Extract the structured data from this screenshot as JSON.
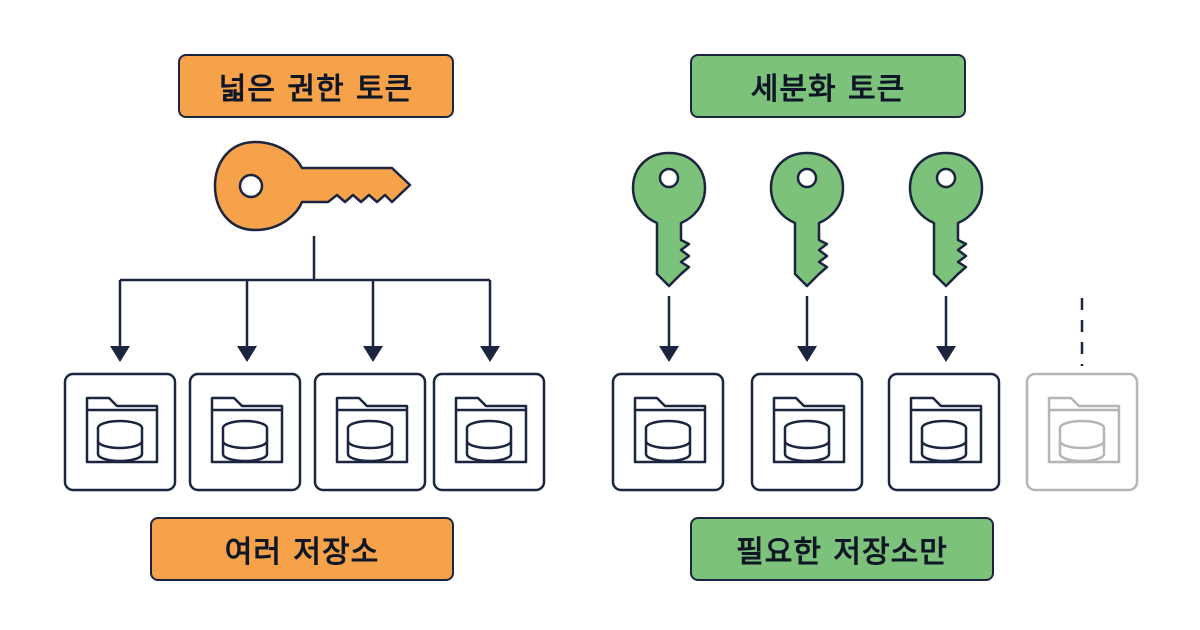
{
  "left_panel": {
    "top_label": "넓은 권한 토큰",
    "bottom_label": "여러 저장소",
    "color": "#f5a24a",
    "key_icon": "key-icon",
    "repo_count": 4
  },
  "right_panel": {
    "top_label": "세분화 토큰",
    "bottom_label": "필요한 저장소만",
    "color": "#7cc27a",
    "key_icon": "key-icon",
    "active_repo_count": 3,
    "inactive_repo_count": 1
  },
  "colors": {
    "stroke": "#1b2540",
    "inactive_stroke": "#b5b5b5",
    "orange": "#f5a24a",
    "green": "#7cc27a"
  },
  "icons": [
    "key-icon",
    "folder-database-icon",
    "arrow-down-icon"
  ]
}
